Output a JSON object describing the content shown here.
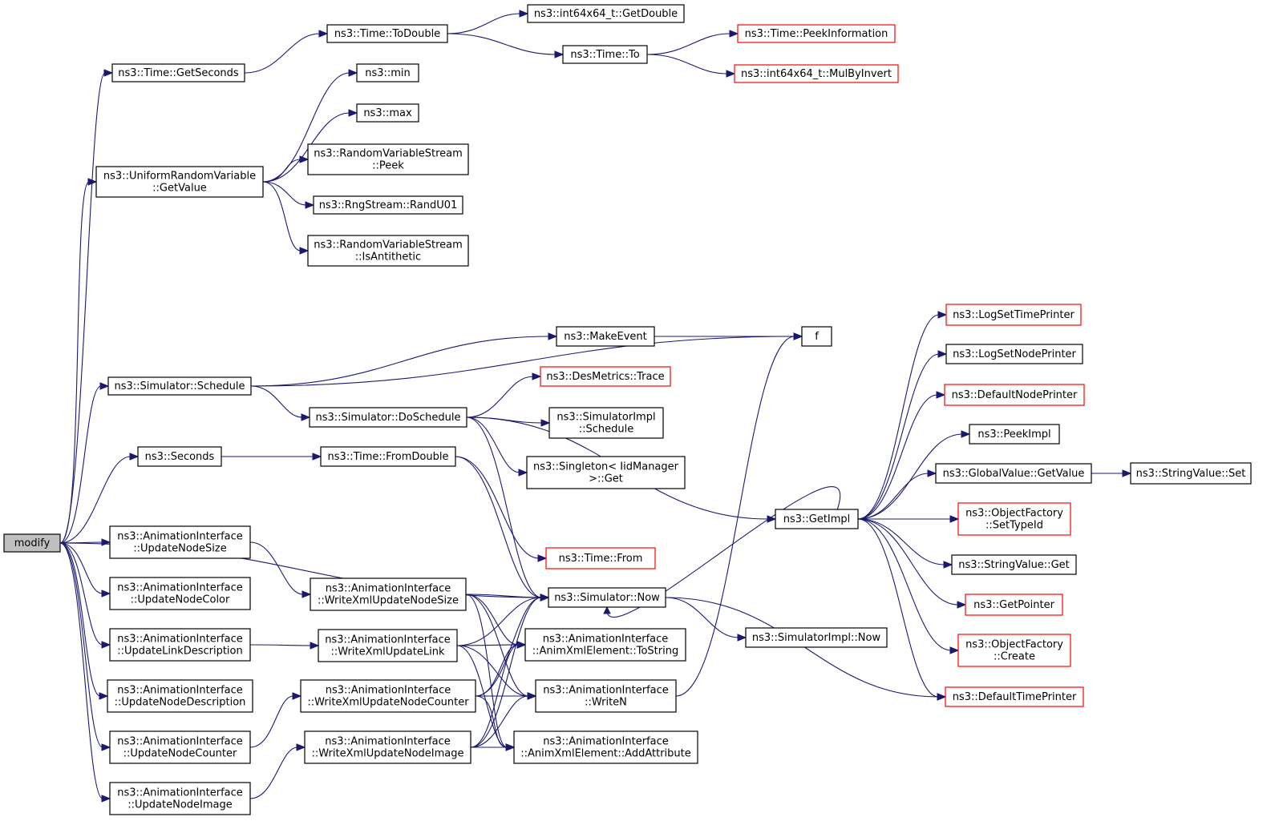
{
  "colors": {
    "edge": "#191970",
    "node_border": "#000000",
    "truncated_border": "#ff0000",
    "root_fill": "#bfbfbf",
    "background": "#ffffff"
  },
  "nodes": [
    {
      "id": "modify",
      "lines": [
        "modify"
      ],
      "root": true
    },
    {
      "id": "getseconds",
      "lines": [
        "ns3::Time::GetSeconds"
      ]
    },
    {
      "id": "todouble",
      "lines": [
        "ns3::Time::ToDouble"
      ]
    },
    {
      "id": "getdouble",
      "lines": [
        "ns3::int64x64_t::GetDouble"
      ]
    },
    {
      "id": "to",
      "lines": [
        "ns3::Time::To"
      ]
    },
    {
      "id": "peekinfo",
      "lines": [
        "ns3::Time::PeekInformation"
      ],
      "red": true
    },
    {
      "id": "mulbyinvert",
      "lines": [
        "ns3::int64x64_t::MulByInvert"
      ],
      "red": true
    },
    {
      "id": "uniform",
      "lines": [
        "ns3::UniformRandomVariable",
        "::GetValue"
      ]
    },
    {
      "id": "min",
      "lines": [
        "ns3::min"
      ]
    },
    {
      "id": "max",
      "lines": [
        "ns3::max"
      ]
    },
    {
      "id": "peek",
      "lines": [
        "ns3::RandomVariableStream",
        "::Peek"
      ]
    },
    {
      "id": "randu01",
      "lines": [
        "ns3::RngStream::RandU01"
      ]
    },
    {
      "id": "isanti",
      "lines": [
        "ns3::RandomVariableStream",
        "::IsAntithetic"
      ]
    },
    {
      "id": "f",
      "lines": [
        "f"
      ]
    },
    {
      "id": "makeevent",
      "lines": [
        "ns3::MakeEvent"
      ]
    },
    {
      "id": "schedule",
      "lines": [
        "ns3::Simulator::Schedule"
      ]
    },
    {
      "id": "trace",
      "lines": [
        "ns3::DesMetrics::Trace"
      ],
      "red": true
    },
    {
      "id": "doschedule",
      "lines": [
        "ns3::Simulator::DoSchedule"
      ]
    },
    {
      "id": "implschedule",
      "lines": [
        "ns3::SimulatorImpl",
        "::Schedule"
      ]
    },
    {
      "id": "singleton",
      "lines": [
        "ns3::Singleton< IidManager",
        ">::Get"
      ]
    },
    {
      "id": "seconds",
      "lines": [
        "ns3::Seconds"
      ]
    },
    {
      "id": "fromdouble",
      "lines": [
        "ns3::Time::FromDouble"
      ]
    },
    {
      "id": "from",
      "lines": [
        "ns3::Time::From"
      ],
      "red": true
    },
    {
      "id": "logtime",
      "lines": [
        "ns3::LogSetTimePrinter"
      ],
      "red": true
    },
    {
      "id": "lognode",
      "lines": [
        "ns3::LogSetNodePrinter"
      ]
    },
    {
      "id": "defnode",
      "lines": [
        "ns3::DefaultNodePrinter"
      ],
      "red": true
    },
    {
      "id": "peekimpl",
      "lines": [
        "ns3::PeekImpl"
      ]
    },
    {
      "id": "gvgetvalue",
      "lines": [
        "ns3::GlobalValue::GetValue"
      ]
    },
    {
      "id": "svset",
      "lines": [
        "ns3::StringValue::Set"
      ]
    },
    {
      "id": "getimpl",
      "lines": [
        "ns3::GetImpl"
      ]
    },
    {
      "id": "settypeid",
      "lines": [
        "ns3::ObjectFactory",
        "::SetTypeId"
      ],
      "red": true
    },
    {
      "id": "svget",
      "lines": [
        "ns3::StringValue::Get"
      ]
    },
    {
      "id": "getpointer",
      "lines": [
        "ns3::GetPointer"
      ],
      "red": true
    },
    {
      "id": "ofcreate",
      "lines": [
        "ns3::ObjectFactory",
        "::Create"
      ],
      "red": true
    },
    {
      "id": "deftime",
      "lines": [
        "ns3::DefaultTimePrinter"
      ],
      "red": true
    },
    {
      "id": "now",
      "lines": [
        "ns3::Simulator::Now"
      ]
    },
    {
      "id": "implnow",
      "lines": [
        "ns3::SimulatorImpl::Now"
      ]
    },
    {
      "id": "upnodesize",
      "lines": [
        "ns3::AnimationInterface",
        "::UpdateNodeSize"
      ]
    },
    {
      "id": "upnodecolor",
      "lines": [
        "ns3::AnimationInterface",
        "::UpdateNodeColor"
      ]
    },
    {
      "id": "uplinkdesc",
      "lines": [
        "ns3::AnimationInterface",
        "::UpdateLinkDescription"
      ]
    },
    {
      "id": "upnodedesc",
      "lines": [
        "ns3::AnimationInterface",
        "::UpdateNodeDescription"
      ]
    },
    {
      "id": "upnodecounter",
      "lines": [
        "ns3::AnimationInterface",
        "::UpdateNodeCounter"
      ]
    },
    {
      "id": "upnodeimage",
      "lines": [
        "ns3::AnimationInterface",
        "::UpdateNodeImage"
      ]
    },
    {
      "id": "wxnodesize",
      "lines": [
        "ns3::AnimationInterface",
        "::WriteXmlUpdateNodeSize"
      ]
    },
    {
      "id": "wxlink",
      "lines": [
        "ns3::AnimationInterface",
        "::WriteXmlUpdateLink"
      ]
    },
    {
      "id": "wxnodecounter",
      "lines": [
        "ns3::AnimationInterface",
        "::WriteXmlUpdateNodeCounter"
      ]
    },
    {
      "id": "wxnodeimage",
      "lines": [
        "ns3::AnimationInterface",
        "::WriteXmlUpdateNodeImage"
      ]
    },
    {
      "id": "tostring",
      "lines": [
        "ns3::AnimationInterface",
        "::AnimXmlElement::ToString"
      ]
    },
    {
      "id": "writen",
      "lines": [
        "ns3::AnimationInterface",
        "::WriteN"
      ]
    },
    {
      "id": "addattr",
      "lines": [
        "ns3::AnimationInterface",
        "::AnimXmlElement::AddAttribute"
      ]
    }
  ],
  "edges": [
    [
      "modify",
      "getseconds"
    ],
    [
      "modify",
      "uniform"
    ],
    [
      "modify",
      "schedule"
    ],
    [
      "modify",
      "seconds"
    ],
    [
      "modify",
      "now"
    ],
    [
      "modify",
      "upnodesize"
    ],
    [
      "modify",
      "upnodecolor"
    ],
    [
      "modify",
      "uplinkdesc"
    ],
    [
      "modify",
      "upnodedesc"
    ],
    [
      "modify",
      "upnodecounter"
    ],
    [
      "modify",
      "upnodeimage"
    ],
    [
      "getseconds",
      "todouble"
    ],
    [
      "todouble",
      "getdouble"
    ],
    [
      "todouble",
      "to"
    ],
    [
      "to",
      "peekinfo"
    ],
    [
      "to",
      "mulbyinvert"
    ],
    [
      "uniform",
      "min"
    ],
    [
      "uniform",
      "max"
    ],
    [
      "uniform",
      "peek"
    ],
    [
      "uniform",
      "randu01"
    ],
    [
      "uniform",
      "isanti"
    ],
    [
      "schedule",
      "f"
    ],
    [
      "schedule",
      "makeevent"
    ],
    [
      "schedule",
      "doschedule"
    ],
    [
      "makeevent",
      "f"
    ],
    [
      "doschedule",
      "trace"
    ],
    [
      "doschedule",
      "implschedule"
    ],
    [
      "doschedule",
      "singleton"
    ],
    [
      "doschedule",
      "getimpl"
    ],
    [
      "doschedule",
      "now"
    ],
    [
      "seconds",
      "fromdouble"
    ],
    [
      "fromdouble",
      "from"
    ],
    [
      "fromdouble",
      "now"
    ],
    [
      "getimpl",
      "logtime"
    ],
    [
      "getimpl",
      "lognode"
    ],
    [
      "getimpl",
      "defnode"
    ],
    [
      "getimpl",
      "peekimpl"
    ],
    [
      "getimpl",
      "gvgetvalue"
    ],
    [
      "getimpl",
      "settypeid"
    ],
    [
      "getimpl",
      "svget"
    ],
    [
      "getimpl",
      "getpointer"
    ],
    [
      "getimpl",
      "ofcreate"
    ],
    [
      "getimpl",
      "deftime"
    ],
    [
      "getimpl",
      "now"
    ],
    [
      "gvgetvalue",
      "svset"
    ],
    [
      "now",
      "implnow"
    ],
    [
      "now",
      "deftime"
    ],
    [
      "upnodesize",
      "wxnodesize"
    ],
    [
      "uplinkdesc",
      "wxlink"
    ],
    [
      "upnodecounter",
      "wxnodecounter"
    ],
    [
      "upnodeimage",
      "wxnodeimage"
    ],
    [
      "wxnodesize",
      "now"
    ],
    [
      "wxnodesize",
      "tostring"
    ],
    [
      "wxnodesize",
      "writen"
    ],
    [
      "wxnodesize",
      "addattr"
    ],
    [
      "wxlink",
      "now"
    ],
    [
      "wxlink",
      "tostring"
    ],
    [
      "wxlink",
      "writen"
    ],
    [
      "wxlink",
      "addattr"
    ],
    [
      "wxnodecounter",
      "now"
    ],
    [
      "wxnodecounter",
      "tostring"
    ],
    [
      "wxnodecounter",
      "writen"
    ],
    [
      "wxnodecounter",
      "addattr"
    ],
    [
      "wxnodeimage",
      "now"
    ],
    [
      "wxnodeimage",
      "tostring"
    ],
    [
      "wxnodeimage",
      "writen"
    ],
    [
      "wxnodeimage",
      "addattr"
    ],
    [
      "writen",
      "f"
    ]
  ]
}
